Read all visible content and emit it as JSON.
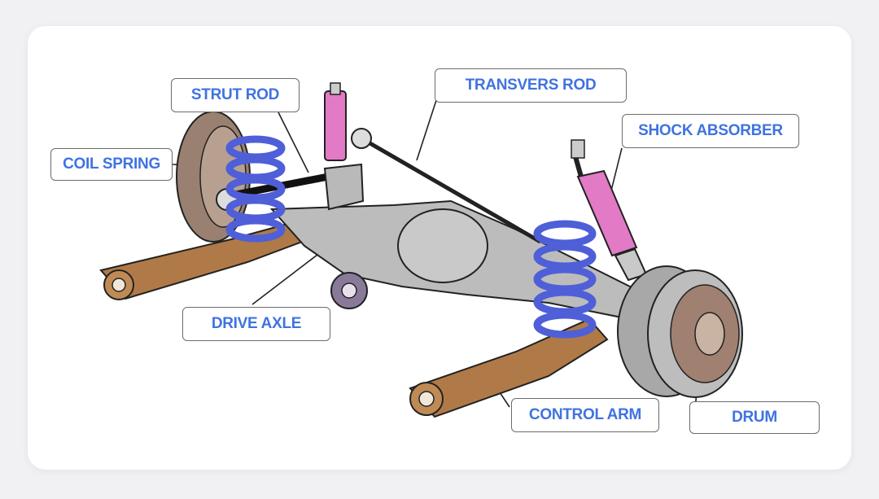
{
  "labels": {
    "strut_rod": "STRUT ROD",
    "transvers_rod": "TRANSVERS ROD",
    "shock_absorber": "SHOCK ABSORBER",
    "coil_spring": "COIL SPRING",
    "drive_axle": "DRIVE AXLE",
    "control_arm": "CONTROL ARM",
    "drum": "DRUM"
  },
  "colors": {
    "label_text": "#3f73e0",
    "spring": "#4f5fd8",
    "shock": "#e27ac6",
    "arm": "#b07a48",
    "metal": "#b9b9b9",
    "drum": "#a8a8a8"
  }
}
